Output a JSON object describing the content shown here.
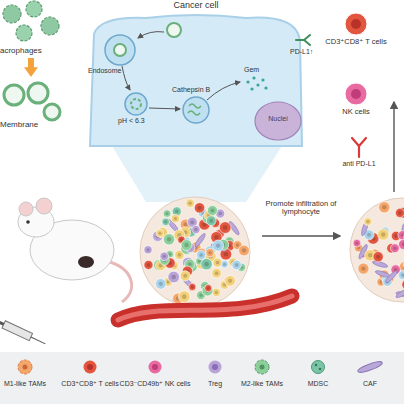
{
  "diagram": {
    "nodes": [
      {
        "text": [
          "acrophages"
        ]
      },
      {
        "text": [
          "Membrane"
        ]
      },
      {
        "text": [
          "Cancer cell"
        ]
      },
      {
        "text": [
          "Nuclei"
        ],
        "in": 2
      },
      {
        "text": [
          "CD3⁺CD8⁺ T cells"
        ]
      },
      {
        "text": [
          "NK cells"
        ]
      }
    ],
    "edges": [
      {
        "from": 0,
        "to": 1,
        "arrow": "to"
      }
    ],
    "labels": [
      "Endosome",
      "Cathepsin B",
      "pH < 6.3",
      "Gem",
      "PD-L1↑",
      "anti PD-L1",
      "Promote infiltration of lymphocyte"
    ],
    "legend": [
      {
        "text": "M1-like TAMs"
      },
      {
        "text": "CD3⁺CD8⁺ T cells"
      },
      {
        "text": "CD3⁻CD49b⁺ NK cells"
      },
      {
        "text": "Treg"
      },
      {
        "text": "M2-like TAMs"
      },
      {
        "text": "MDSC"
      },
      {
        "text": "CAF"
      }
    ]
  }
}
